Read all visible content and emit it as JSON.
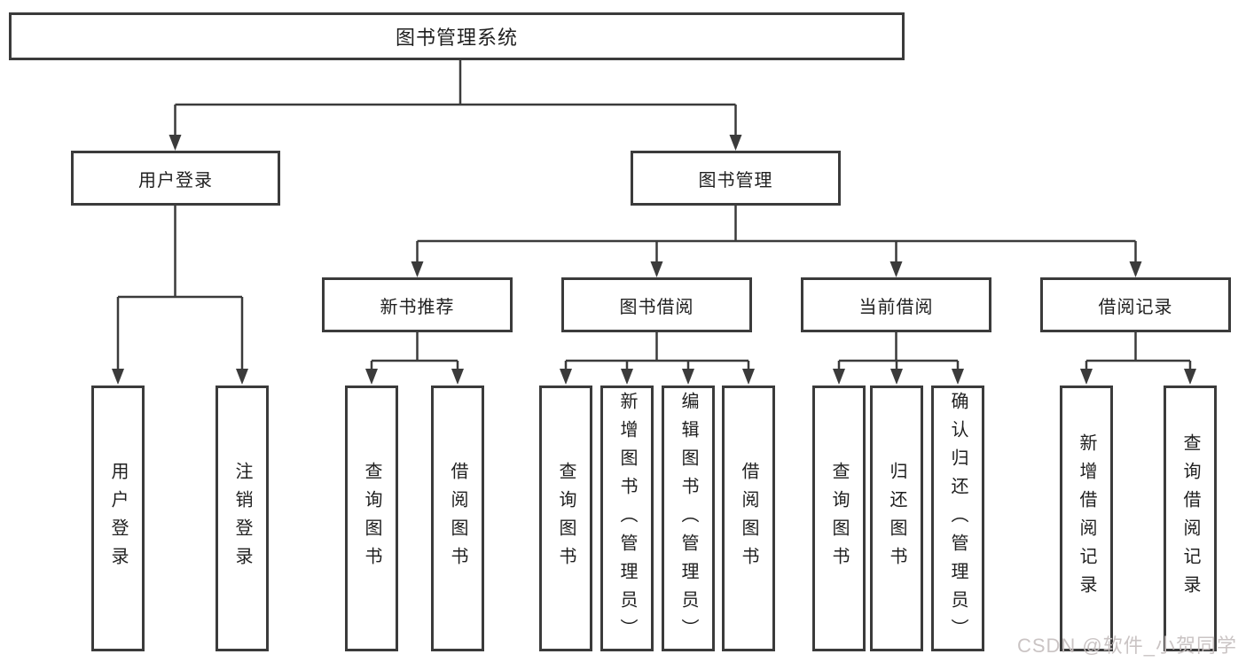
{
  "diagram": {
    "root": {
      "label": "图书管理系统"
    },
    "branches": [
      {
        "label": "用户登录",
        "children": [
          {
            "label": "用户登录"
          },
          {
            "label": "注销登录"
          }
        ]
      },
      {
        "label": "图书管理",
        "children": [
          {
            "label": "新书推荐",
            "children": [
              {
                "label": "查询图书"
              },
              {
                "label": "借阅图书"
              }
            ]
          },
          {
            "label": "图书借阅",
            "children": [
              {
                "label": "查询图书"
              },
              {
                "label": "新增图书（管理员）"
              },
              {
                "label": "编辑图书（管理员）"
              },
              {
                "label": "借阅图书"
              }
            ]
          },
          {
            "label": "当前借阅",
            "children": [
              {
                "label": "查询图书"
              },
              {
                "label": "归还图书"
              },
              {
                "label": "确认归还（管理员）"
              }
            ]
          },
          {
            "label": "借阅记录",
            "children": [
              {
                "label": "新增借阅记录"
              },
              {
                "label": "查询借阅记录"
              }
            ]
          }
        ]
      }
    ]
  },
  "watermark": {
    "text": "CSDN @软件_小贺同学"
  },
  "colors": {
    "line": "#3b3b3b",
    "text": "#1f1f1f",
    "background": "#ffffff",
    "watermark": "#c6bfbf"
  }
}
